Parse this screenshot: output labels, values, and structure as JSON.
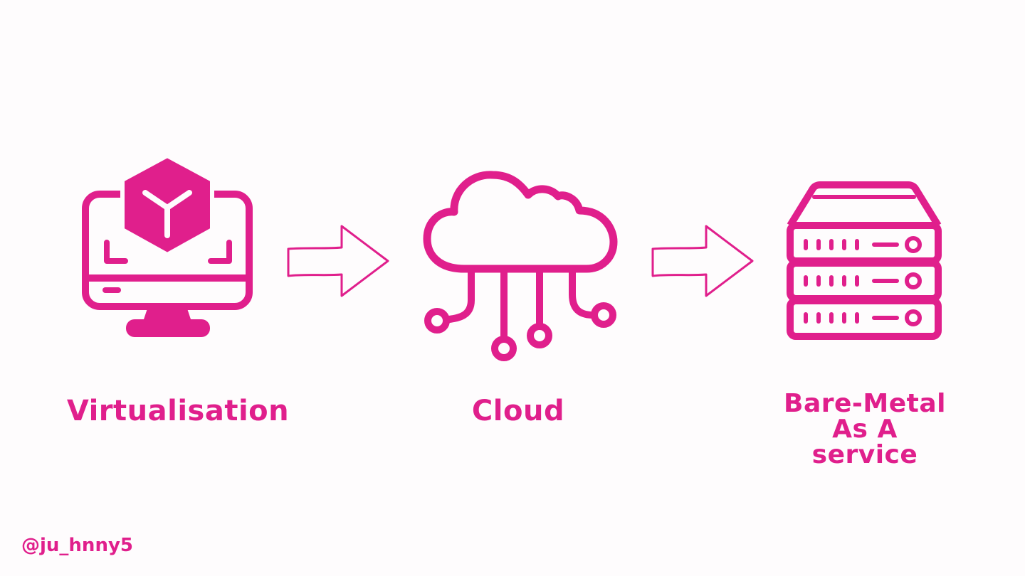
{
  "stages": [
    {
      "label": "Virtualisation",
      "icon": "virtual-machine-monitor-icon"
    },
    {
      "label": "Cloud",
      "icon": "cloud-network-icon"
    },
    {
      "label_lines": [
        "Bare-Metal",
        "As A",
        "service"
      ],
      "icon": "server-rack-icon"
    }
  ],
  "connectors": [
    {
      "from": "Virtualisation",
      "to": "Cloud",
      "icon": "right-arrow-icon"
    },
    {
      "from": "Cloud",
      "to": "Bare-Metal As A service",
      "icon": "right-arrow-icon"
    }
  ],
  "handle": "@ju_hnny5",
  "colors": {
    "accent": "#e01f8c",
    "background": "#fefcfd"
  }
}
